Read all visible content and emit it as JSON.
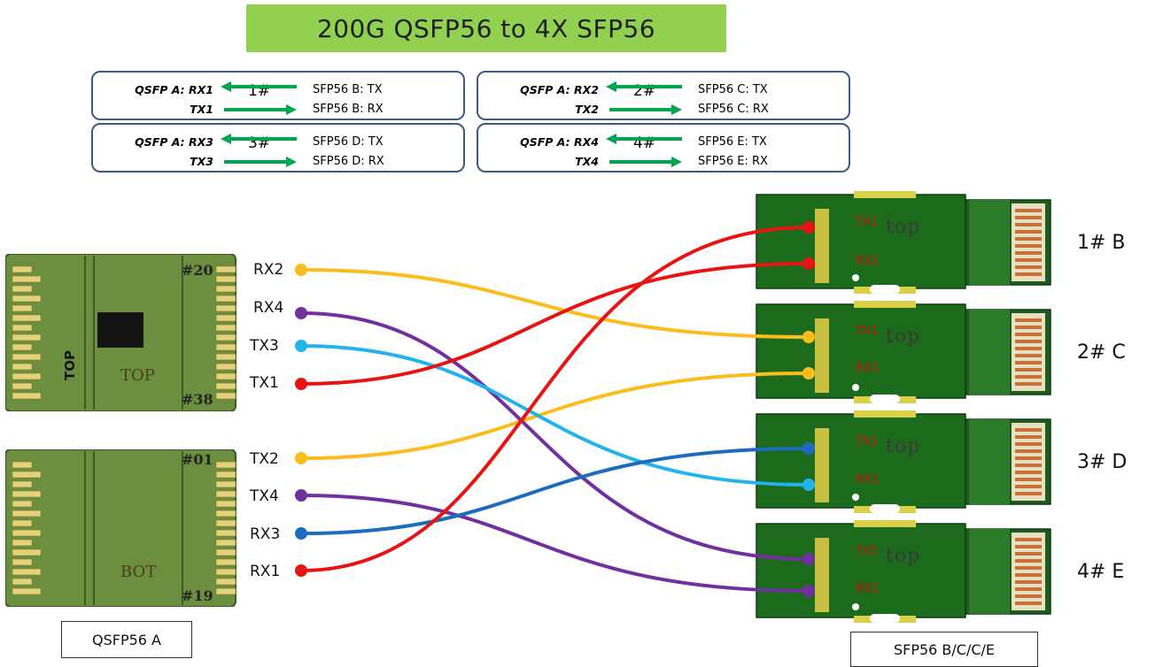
{
  "title": "200G QSFP56  to  4X SFP56",
  "legend": [
    {
      "num": "1#",
      "rx_left": "QSFP  A: RX1",
      "tx_left": "TX1",
      "tx_right": "SFP56 B: TX",
      "rx_right": "SFP56 B: RX"
    },
    {
      "num": "2#",
      "rx_left": "QSFP  A: RX2",
      "tx_left": "TX2",
      "tx_right": "SFP56 C: TX",
      "rx_right": "SFP56 C: RX"
    },
    {
      "num": "3#",
      "rx_left": "QSFP  A: RX3",
      "tx_left": "TX3",
      "tx_right": "SFP56 D: TX",
      "rx_right": "SFP56 D: RX"
    },
    {
      "num": "4#",
      "rx_left": "QSFP  A: RX4",
      "tx_left": "TX4",
      "tx_right": "SFP56 E: TX",
      "rx_right": "SFP56 E: RX"
    }
  ],
  "qsfp": {
    "top_pins": {
      "start": "#20",
      "end": "#38"
    },
    "bottom_pins": {
      "start": "#01",
      "end": "#19"
    },
    "top_label": "TOP",
    "side_label": "TOP",
    "bottom_label": "BOT",
    "caption": "QSFP56 A",
    "ports_top": [
      "RX2",
      "RX4",
      "TX3",
      "TX1"
    ],
    "ports_bottom": [
      "TX2",
      "TX4",
      "RX3",
      "RX1"
    ]
  },
  "sfp": {
    "modules": [
      "1# B",
      "2# C",
      "3# D",
      "4# E"
    ],
    "tx_label": "TX1",
    "rx_label": "RX1",
    "top_text": "top",
    "caption": "SFP56 B/C/C/E"
  },
  "wire_colors": {
    "red": "#e81414",
    "orange": "#fbbd1b",
    "purple": "#7030a0",
    "light_blue": "#22b2ec",
    "dark_blue": "#1b6cc0"
  },
  "connections": [
    {
      "from": "RX2",
      "to": "2# C TX",
      "color": "orange"
    },
    {
      "from": "RX4",
      "to": "4# E TX",
      "color": "purple"
    },
    {
      "from": "TX3",
      "to": "3# D RX",
      "color": "light_blue"
    },
    {
      "from": "TX1",
      "to": "1# B RX",
      "color": "red"
    },
    {
      "from": "TX2",
      "to": "2# C RX",
      "color": "orange"
    },
    {
      "from": "TX4",
      "to": "4# E RX",
      "color": "purple"
    },
    {
      "from": "RX3",
      "to": "3# D TX",
      "color": "dark_blue"
    },
    {
      "from": "RX1",
      "to": "1# B TX",
      "color": "red"
    }
  ]
}
